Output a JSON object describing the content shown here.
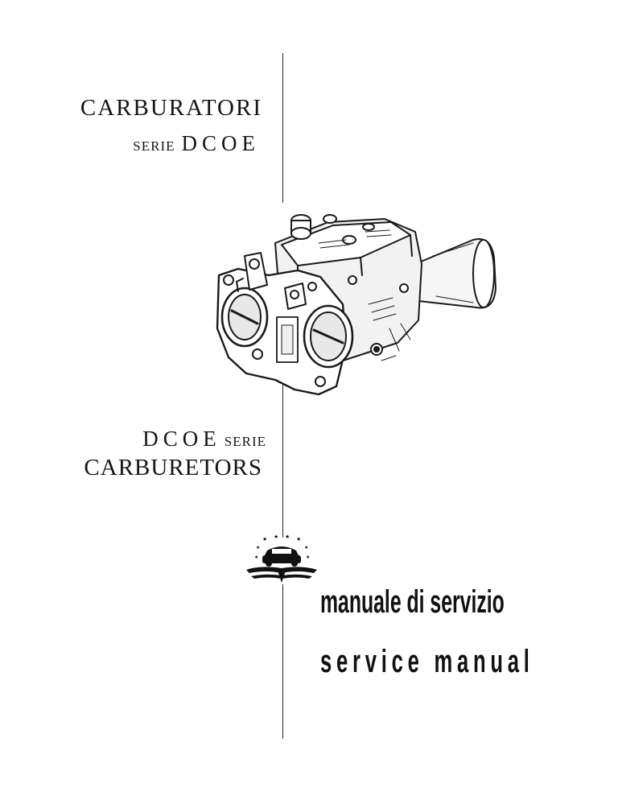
{
  "cover": {
    "title_it": "CARBURATORI",
    "subtitle_it_prefix": "SERIE",
    "subtitle_it_model": "DCOE",
    "subtitle_en_model": "DCOE",
    "subtitle_en_suffix": "SERIE",
    "title_en": "CARBURETORS",
    "manual_it": "manuale di servizio",
    "manual_en": "service manual"
  },
  "icons": {
    "illustration": "carburetor-illustration",
    "logo": "winged-car-logo"
  },
  "colors": {
    "ink": "#111111",
    "paper": "#ffffff"
  }
}
